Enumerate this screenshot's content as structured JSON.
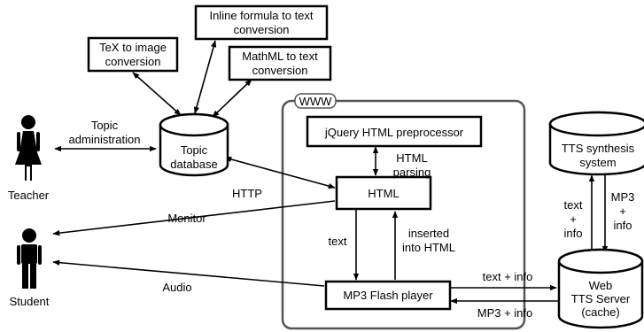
{
  "www": "WWW",
  "nodes": {
    "tex_image": [
      "TeX to image",
      "conversion"
    ],
    "inline_formula": [
      "Inline formula to text",
      "conversion"
    ],
    "mathml_text": [
      "MathML to text",
      "conversion"
    ],
    "topic_db": [
      "Topic",
      "database"
    ],
    "jquery": "jQuery HTML preprocessor",
    "html": "HTML",
    "mp3_player": "MP3 Flash player",
    "tts_synth": [
      "TTS synthesis",
      "system"
    ],
    "web_tts": [
      "Web",
      "TTS Server",
      "(cache)"
    ]
  },
  "actors": {
    "teacher": "Teacher",
    "student": "Student"
  },
  "edge_labels": {
    "topic_admin": [
      "Topic",
      "administration"
    ],
    "http": "HTTP",
    "html_parsing": [
      "HTML",
      "parsing"
    ],
    "monitor": "Monitor",
    "audio": "Audio",
    "text": "text",
    "inserted": [
      "inserted",
      "into HTML"
    ],
    "text_info": "text + info",
    "mp3_info": "MP3 + info",
    "tts_text_info": [
      "text",
      "+",
      "info"
    ],
    "tts_mp3_info": [
      "MP3",
      "+",
      "info"
    ]
  }
}
